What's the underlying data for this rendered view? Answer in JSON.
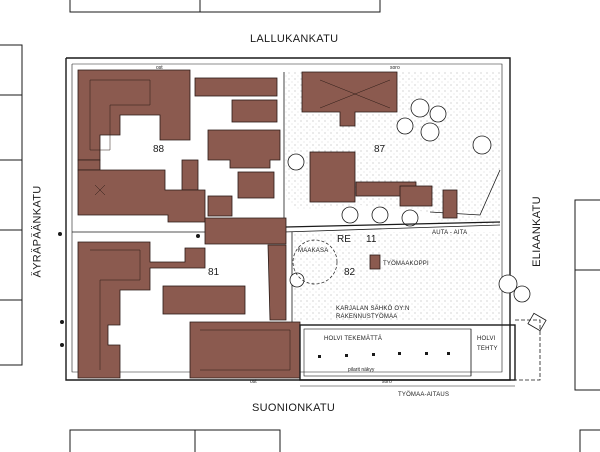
{
  "streets": {
    "north": "LALLUKANKATU",
    "south": "SUONIONKATU",
    "west": "ÄYRÄPÄÄNKATU",
    "east": "ELIAANKATU"
  },
  "block": {
    "label": "RE",
    "number": "11"
  },
  "lots": [
    "88",
    "87",
    "81",
    "82"
  ],
  "labels": {
    "auta_aita": "AUTA - AITA",
    "maakasa": "MAAKASA",
    "tyomaakoppi": "TYÖMAAKOPPI",
    "site_line1": "KARJALAN SÄHKÖ OY:N",
    "site_line2": "RAKENNUSTYÖMAA",
    "holvi_tekematta": "HOLVI TEKEMÄTTÄ",
    "holvi_tehty_1": "HOLVI",
    "holvi_tehty_2": "TEHTY",
    "pilarit": "pilarit näkyy",
    "tyomaa_aitaus": "TYÖMAA-AITAUS",
    "soro": "soro",
    "ost": "ost"
  },
  "colors": {
    "building_fill": "#8b5a4f",
    "building_stroke": "#2a1a16",
    "line": "#1a1a1a",
    "background": "#ffffff"
  }
}
